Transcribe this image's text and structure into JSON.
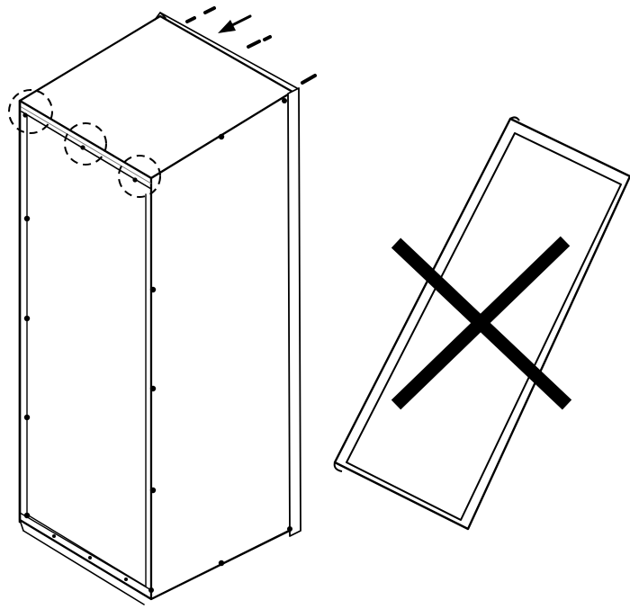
{
  "figure": {
    "background": "#ffffff",
    "line_color": "#000000",
    "cabinet": {
      "view": "isometric",
      "dashed_circles_count": 3,
      "arrow_direction": "inward"
    },
    "frame": {
      "status": "incorrect",
      "mark": "x-mark"
    }
  }
}
